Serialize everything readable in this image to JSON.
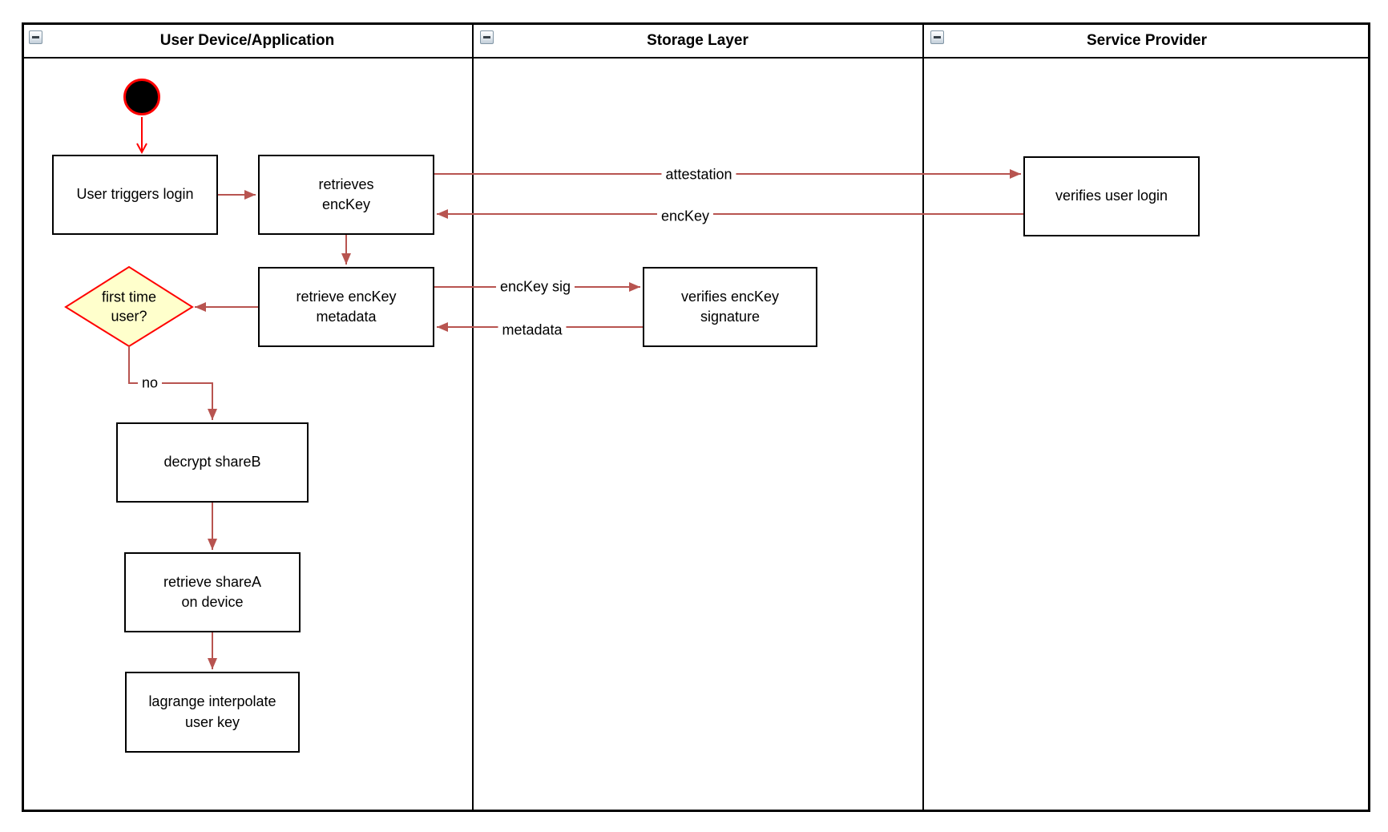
{
  "diagram": {
    "lanes": [
      {
        "title": "User Device/Application",
        "collapse_icon": "minus-icon"
      },
      {
        "title": "Storage Layer",
        "collapse_icon": "minus-icon"
      },
      {
        "title": "Service Provider",
        "collapse_icon": "minus-icon"
      }
    ],
    "nodes": {
      "user_triggers_login": "User triggers login",
      "retrieves_enckey": "retrieves\nencKey",
      "retrieve_enckey_metadata": "retrieve encKey\nmetadata",
      "first_time_user": "first time\nuser?",
      "decrypt_shareb": "decrypt shareB",
      "retrieve_sharea_on_device": "retrieve shareA\non device",
      "lagrange_interpolate_user_key": "lagrange interpolate\nuser key",
      "verifies_enckey_signature": "verifies encKey\nsignature",
      "verifies_user_login": "verifies user login"
    },
    "edges": {
      "attestation": "attestation",
      "enckey": "encKey",
      "enckey_sig": "encKey sig",
      "metadata": "metadata",
      "no": "no"
    },
    "colors": {
      "flow_arrow": "#b85450",
      "start_arrow": "#ff0000",
      "decision_border": "#ff0000",
      "decision_fill": "#ffffcc",
      "node_border": "#000000",
      "node_fill": "#ffffff"
    }
  }
}
